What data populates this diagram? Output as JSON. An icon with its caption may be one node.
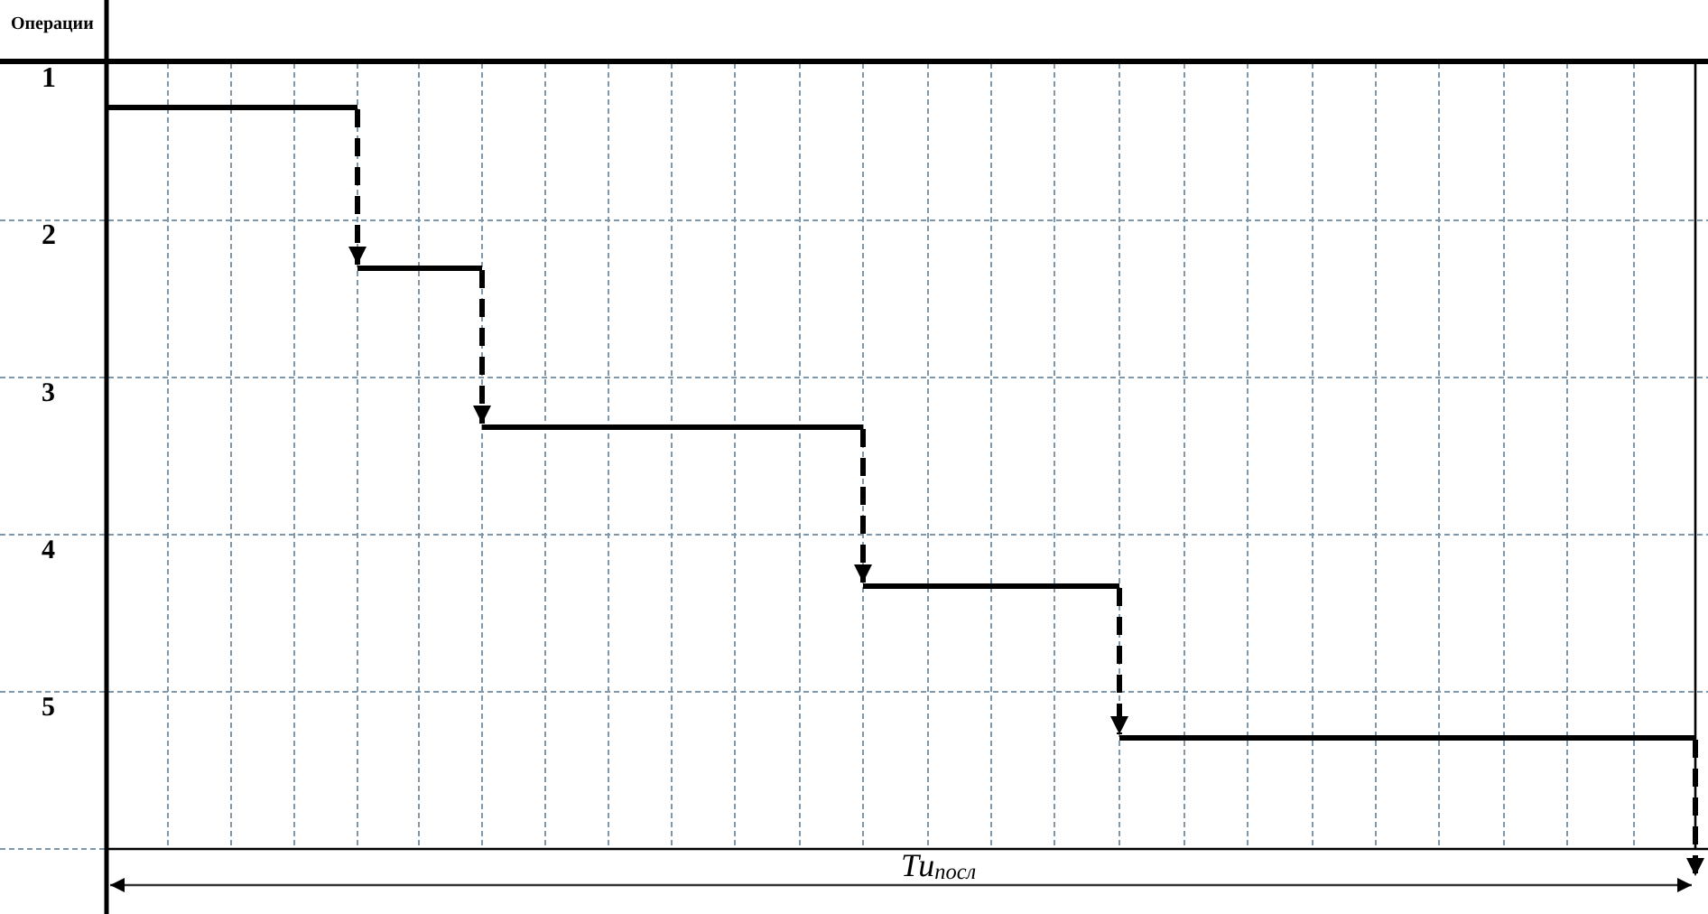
{
  "diagram": {
    "nodes": [
      {
        "text": [],
        "shape": "bar"
      },
      {
        "text": [],
        "shape": "bar"
      },
      {
        "text": [],
        "shape": "bar"
      },
      {
        "text": [],
        "shape": "bar"
      },
      {
        "text": [],
        "shape": "bar"
      }
    ],
    "edges": [
      {
        "from": 0,
        "to": 1,
        "arrow": "to",
        "style": "dashed"
      },
      {
        "from": 1,
        "to": 2,
        "arrow": "to",
        "style": "dashed"
      },
      {
        "from": 2,
        "to": 3,
        "arrow": "to",
        "style": "dashed"
      },
      {
        "from": 3,
        "to": 4,
        "arrow": "to",
        "style": "dashed"
      },
      {
        "from": 4,
        "to": null,
        "arrow": "to",
        "style": "dashed"
      }
    ],
    "labels": [
      "Операции",
      "1",
      "2",
      "3",
      "4",
      "5",
      "Ти$_{посл}$"
    ]
  }
}
